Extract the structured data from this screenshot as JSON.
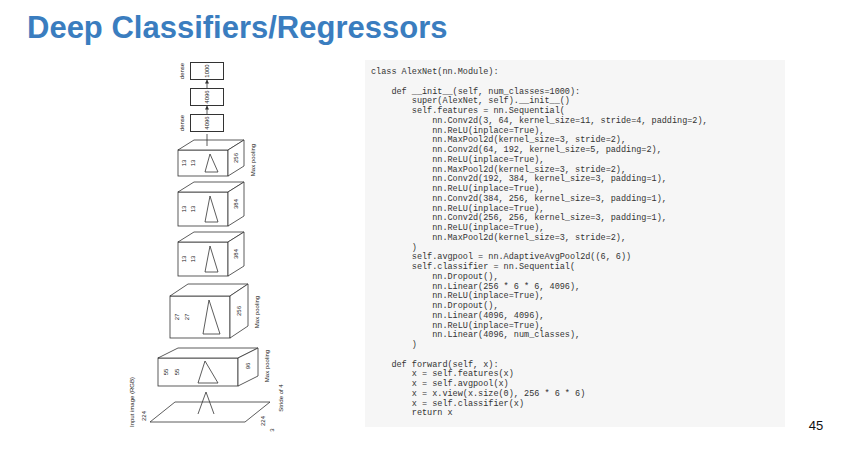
{
  "diagram": {
    "title": "Deep Classifiers/Regressors",
    "nodes": [
      {
        "text": [
          "1000"
        ]
      },
      {
        "text": [
          "4096"
        ]
      },
      {
        "text": [
          "4096"
        ]
      },
      {
        "text": [
          "class AlexNet(nn.Module):",
          "    def __init__(self, num_classes=1000):",
          "        super(AlexNet, self).__init__()",
          "        self.features = nn.Sequential(",
          "            nn.Conv2d(3, 64, kernel_size=11, stride=4, padding=2),",
          "            nn.ReLU(inplace=True),",
          "            nn.MaxPool2d(kernel_size=3, stride=2),",
          "            nn.Conv2d(64, 192, kernel_size=5, padding=2),",
          "            nn.ReLU(inplace=True),",
          "            nn.MaxPool2d(kernel_size=3, stride=2),",
          "            nn.Conv2d(192, 384, kernel_size=3, padding=1),",
          "            nn.ReLU(inplace=True),",
          "            nn.Conv2d(384, 256, kernel_size=3, padding=1),",
          "            nn.ReLU(inplace=True),",
          "            nn.Conv2d(256, 256, kernel_size=3, padding=1),",
          "            nn.ReLU(inplace=True),",
          "            nn.MaxPool2d(kernel_size=3, stride=2),",
          "        )",
          "        self.avgpool = nn.AdaptiveAvgPool2d((6, 6))",
          "        self.classifier = nn.Sequential(",
          "            nn.Dropout(),",
          "            nn.Linear(256 * 6 * 6, 4096),",
          "            nn.ReLU(inplace=True),",
          "            nn.Dropout(),",
          "            nn.Linear(4096, 4096),",
          "            nn.ReLU(inplace=True),",
          "            nn.Linear(4096, num_classes),",
          "        )",
          "    def forward(self, x):",
          "        x = self.features(x)",
          "        x = self.avgpool(x)",
          "        x = x.view(x.size(0), 256 * 6 * 6)",
          "        x = self.classifier(x)",
          "        return x"
        ]
      }
    ],
    "edges": [
      {
        "from": 1,
        "to": 0,
        "arrow": "to"
      },
      {
        "from": 2,
        "to": 1,
        "arrow": "to"
      }
    ],
    "labels": [
      "dense",
      "dense",
      "13",
      "13",
      "256",
      "Max pooling",
      "13",
      "13",
      "384",
      "13",
      "13",
      "384",
      "27",
      "27",
      "256",
      "Max pooling",
      "55",
      "55",
      "96",
      "Max pooling",
      "Stride of 4",
      "224",
      "224",
      "3",
      "Input image (RGB)",
      "45"
    ]
  }
}
